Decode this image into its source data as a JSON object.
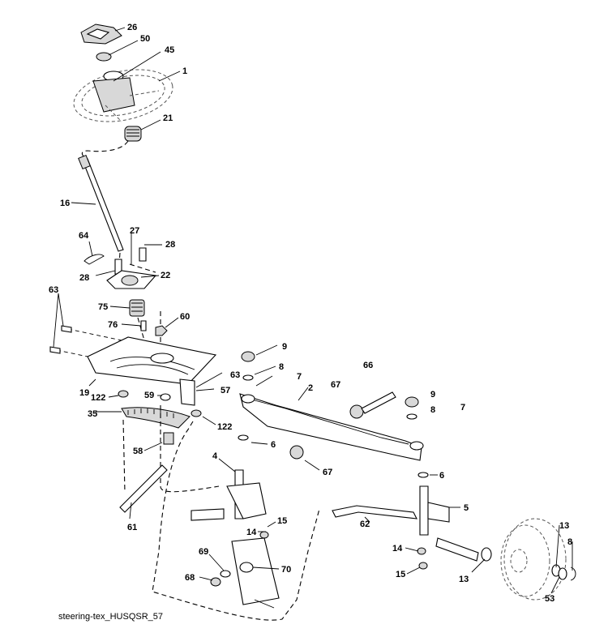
{
  "caption": "steering-tex_HUSQSR_57",
  "callouts": [
    "26",
    "50",
    "45",
    "1",
    "21",
    "16",
    "64",
    "27",
    "28",
    "28",
    "22",
    "63",
    "75",
    "60",
    "76",
    "9",
    "8",
    "7",
    "66",
    "67",
    "9",
    "8",
    "7",
    "63",
    "2",
    "19",
    "122",
    "59",
    "57",
    "35",
    "122",
    "58",
    "4",
    "6",
    "6",
    "67",
    "5",
    "62",
    "14",
    "15",
    "61",
    "69",
    "70",
    "68",
    "14",
    "15",
    "13",
    "8",
    "13",
    "53"
  ]
}
